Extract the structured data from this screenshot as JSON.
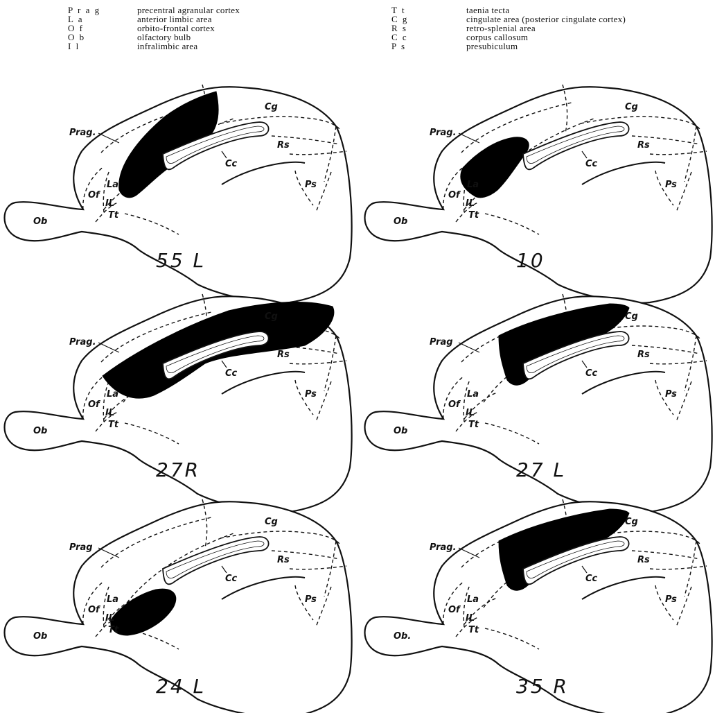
{
  "legend": {
    "left": [
      {
        "abbr": "P r a g",
        "desc": "precentral agranular cortex"
      },
      {
        "abbr": "L a",
        "desc": "anterior limbic area"
      },
      {
        "abbr": "O f",
        "desc": "orbito-frontal cortex"
      },
      {
        "abbr": "O b",
        "desc": "olfactory bulb"
      },
      {
        "abbr": "I l",
        "desc": "infralimbic area"
      }
    ],
    "right": [
      {
        "abbr": "T t",
        "desc": "taenia tecta"
      },
      {
        "abbr": "C g",
        "desc": "cingulate area (posterior cingulate cortex)"
      },
      {
        "abbr": "R s",
        "desc": "retro-splenial area"
      },
      {
        "abbr": "C c",
        "desc": "corpus callosum"
      },
      {
        "abbr": "P s",
        "desc": "presubiculum"
      }
    ]
  },
  "panels": [
    {
      "id": "55 L",
      "lesion": "La/Prag",
      "labels": {
        "prag": "Prag.",
        "la": "La",
        "of": "Of",
        "ob": "Ob",
        "il": "IL",
        "tt": "Tt",
        "cg": "Cg",
        "rs": "Rs",
        "cc": "Cc",
        "ps": "Ps"
      }
    },
    {
      "id": "10",
      "lesion": "La/IL",
      "labels": {
        "prag": "Prag.",
        "la": "La",
        "of": "Of",
        "ob": "Ob",
        "il": "IL",
        "tt": "Tt",
        "cg": "Cg",
        "rs": "Rs",
        "cc": "Cc",
        "ps": "Ps"
      }
    },
    {
      "id": "27R",
      "lesion": "Prag/La/Cg",
      "labels": {
        "prag": "Prag.",
        "la": "La",
        "of": "Of",
        "ob": "Ob",
        "il": "IL",
        "tt": "Tt",
        "cg": "Cg",
        "rs": "Rs",
        "cc": "Cc",
        "ps": "Ps"
      }
    },
    {
      "id": "27 L",
      "lesion": "Prag/Cg",
      "labels": {
        "prag": "Prag",
        "la": "La",
        "of": "Of",
        "ob": "Ob",
        "il": "IL",
        "tt": "Tt",
        "cg": "Cg",
        "rs": "Rs",
        "cc": "Cc",
        "ps": "Ps"
      }
    },
    {
      "id": "24 L",
      "lesion": "La/IL ventral",
      "labels": {
        "prag": "Prag",
        "la": "La",
        "of": "Of",
        "ob": "Ob",
        "il": "IL",
        "tt": "Tt",
        "cg": "Cg",
        "rs": "Rs",
        "cc": "Cc",
        "ps": "Ps"
      }
    },
    {
      "id": "35 R",
      "lesion": "Prag/Cg",
      "labels": {
        "prag": "Prag.",
        "la": "La",
        "of": "Of",
        "ob": "Ob.",
        "il": "IL",
        "tt": "Tt",
        "cg": "Cg",
        "rs": "Rs",
        "cc": "Cc",
        "ps": "Ps"
      }
    }
  ],
  "colors": {
    "ink": "#111111",
    "paper": "#ffffff",
    "lesion": "#000000"
  }
}
